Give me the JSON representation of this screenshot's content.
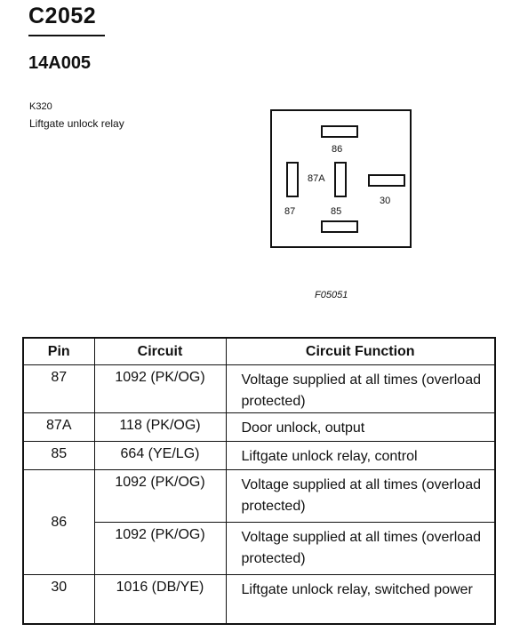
{
  "header": {
    "connector_id": "C2052",
    "part_number": "14A005"
  },
  "component": {
    "code": "K320",
    "name": "Liftgate unlock relay"
  },
  "relay_diagram": {
    "pin_labels": {
      "p86_top": "86",
      "p87a": "87A",
      "p30": "30",
      "p87": "87",
      "p85": "85"
    },
    "figure_id": "F05051"
  },
  "table": {
    "headers": {
      "pin": "Pin",
      "circuit": "Circuit",
      "function": "Circuit Function"
    },
    "rows": {
      "r0": {
        "pin": "87",
        "circuit": "1092 (PK/OG)",
        "function": "Voltage supplied at all times (overload protected)"
      },
      "r1": {
        "pin": "87A",
        "circuit": "118 (PK/OG)",
        "function": "Door unlock, output"
      },
      "r2": {
        "pin": "85",
        "circuit": "664 (YE/LG)",
        "function": "Liftgate unlock relay, control"
      },
      "r3": {
        "pin": "86",
        "circuit": "1092 (PK/OG)",
        "function": "Voltage supplied at all times (overload protected)"
      },
      "r4": {
        "circuit": "1092 (PK/OG)",
        "function": "Voltage supplied at all times (overload protected)"
      },
      "r5": {
        "pin": "30",
        "circuit": "1016 (DB/YE)",
        "function": "Liftgate unlock relay, switched power"
      }
    }
  }
}
